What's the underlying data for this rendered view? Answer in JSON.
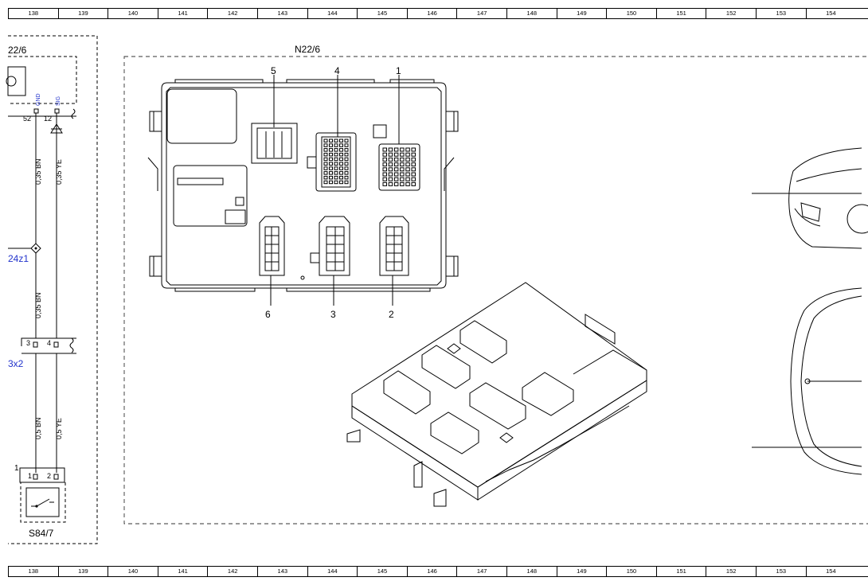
{
  "ruler": {
    "cells": [
      "138",
      "139",
      "140",
      "141",
      "142",
      "143",
      "144",
      "145",
      "146",
      "147",
      "148",
      "149",
      "150",
      "151",
      "152",
      "153",
      "154"
    ]
  },
  "left": {
    "module_label": "22/6",
    "pin_gnd": "GND",
    "pin_sig": "SIG",
    "pin_52": "52",
    "pin_12": "12",
    "wire1": "0,35 BN",
    "wire2": "0,35 YE",
    "splice": "24z1",
    "wire3": "0,35 BN",
    "conn_pin3": "3",
    "conn_pin4": "4",
    "conn_label": "3x2",
    "wire4": "0,5 BN",
    "wire5": "0,5 YE",
    "switch_pin1": "1",
    "switch_pin2": "2",
    "switch_ref": "1",
    "switch_label": "S84/7"
  },
  "main": {
    "title": "N22/6",
    "connectors": {
      "c1": "1",
      "c2": "2",
      "c3": "3",
      "c4": "4",
      "c5": "5",
      "c6": "6"
    }
  }
}
